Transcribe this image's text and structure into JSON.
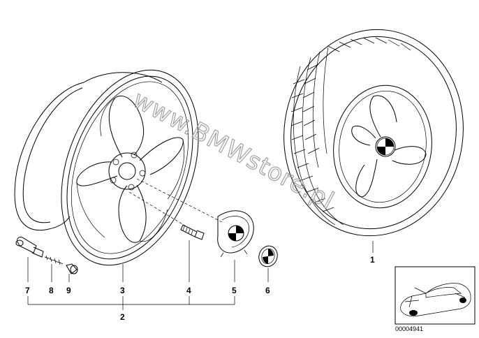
{
  "watermark": "www.BMWstore.pl",
  "reference_number": "00004941",
  "callouts": [
    {
      "id": "1",
      "label": "1"
    },
    {
      "id": "2",
      "label": "2"
    },
    {
      "id": "3",
      "label": "3"
    },
    {
      "id": "4",
      "label": "4"
    },
    {
      "id": "5",
      "label": "5"
    },
    {
      "id": "6",
      "label": "6"
    },
    {
      "id": "7",
      "label": "7"
    },
    {
      "id": "8",
      "label": "8"
    },
    {
      "id": "9",
      "label": "9"
    }
  ],
  "colors": {
    "line": "#000000",
    "watermark": "#9a9a9a",
    "background": "#ffffff"
  }
}
